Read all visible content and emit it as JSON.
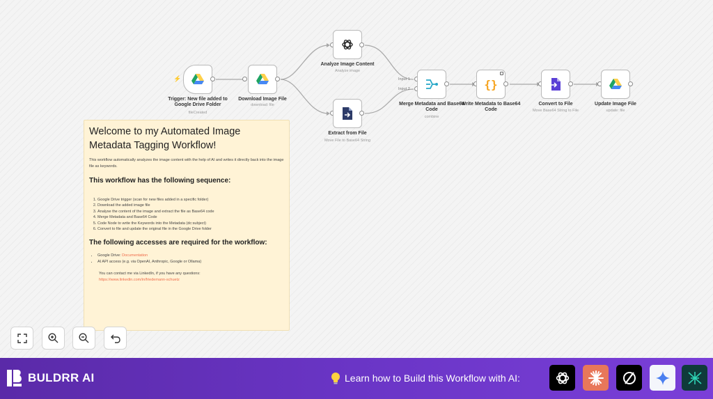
{
  "nodes": {
    "trigger": {
      "title": "Trigger: New file added to Google Drive Folder",
      "sub": "fileCreated"
    },
    "download": {
      "title": "Download Image File",
      "sub": "download: file"
    },
    "analyze": {
      "title": "Analyze Image Content",
      "sub": "Analyze image"
    },
    "extract": {
      "title": "Extract from File",
      "sub": "Move File to Base64 String"
    },
    "merge": {
      "title": "Merge Metadata and Base64 Code",
      "sub": "combine",
      "input1": "Input 1",
      "input2": "Input 2"
    },
    "write": {
      "title": "Write Metadata to Base64 Code",
      "sub": ""
    },
    "convert": {
      "title": "Convert to File",
      "sub": "Move Base64 String to File"
    },
    "update": {
      "title": "Update Image File",
      "sub": "update: file"
    }
  },
  "sticky": {
    "title": "Welcome to my Automated Image Metadata Tagging Workflow!",
    "intro": "This workflow automatically analyzes the image content with the help of AI and writes it directly back into the image file as keywords.",
    "sequence_heading": "This workflow has the following sequence:",
    "steps": [
      "Google Drive trigger (scan for new files added in a specific folder)",
      "Download the added image file",
      "Analyse the content of the image and extract the file as Base64 code",
      "Merge Metadata and Base64 Code",
      "Code Node to write the Keywords into the Metadata (dc:subject)",
      "Convert to file and update the original file in the Google Drive folder"
    ],
    "access_heading": "The following accesses are required for the workflow:",
    "access_gdrive_prefix": "Google Drive: ",
    "access_gdrive_link": "Documentation",
    "access_ai": "AI API access (e.g. via OpenAI, Anthropic, Google or Ollama)",
    "contact": "You can contact me via LinkedIn, if you have any questions:",
    "contact_link": "https://www.linkedin.com/in/friedemann-schuetz"
  },
  "controls": {
    "fit": "fit-view",
    "zoom_in": "zoom-in",
    "zoom_out": "zoom-out",
    "undo": "undo"
  },
  "footer": {
    "brand": "BULDRR AI",
    "learn": "Learn how to Build this Workflow with AI:",
    "ai_tools": [
      "chatgpt",
      "claude",
      "perplexity",
      "gemini",
      "deepseek"
    ]
  },
  "colors": {
    "gdrive_green": "#1fa463",
    "gdrive_yellow": "#ffd04b",
    "gdrive_blue": "#4688f4",
    "code_orange": "#f6a21b",
    "merge_teal": "#28a7c8",
    "convert_purple": "#5a3fd6",
    "footer_purple": "#6a35c6",
    "link_orange": "#ef6b4a"
  }
}
